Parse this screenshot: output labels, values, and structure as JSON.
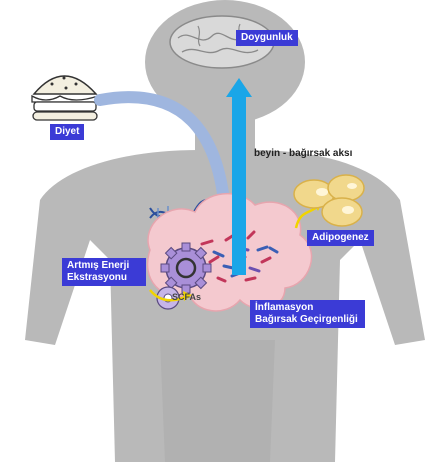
{
  "labels": {
    "doygunluk": "Doygunluk",
    "diyet": "Diyet",
    "beyin_bagirsak": "beyin - bağırsak aksı",
    "adipogenez": "Adipogenez",
    "artmis_enerji_line1": "Artmış Enerji",
    "artmis_enerji_line2": "Ekstrasyonu",
    "inflamasyon_line1": "İnflamasyon",
    "inflamasyon_line2": "Bağırsak Geçirgenliği",
    "scfa": "SCFAs"
  },
  "colors": {
    "label_bg": "#3b3bd6",
    "body_silhouette": "#b9b9b9",
    "arrow_diet": "#9fb6df",
    "arrow_brain": "#1aa6e8",
    "gut": "#f4c9cf",
    "fat": "#f1d88c",
    "gear": "#a98fd8",
    "pointer_yellow": "#f1d400"
  },
  "icons": [
    "burger-icon",
    "brain-icon",
    "dna-icon",
    "gear-icon",
    "fat-cells-icon",
    "gut-microbiota-icon"
  ]
}
